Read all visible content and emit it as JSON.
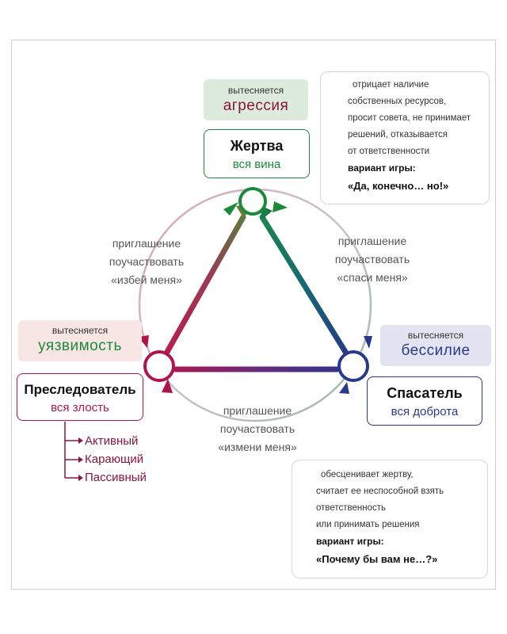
{
  "victim": {
    "suppressed_label": "вытесняется",
    "suppressed_value": "агрессия",
    "name": "Жертва",
    "sub": "вся вина",
    "note": {
      "lines": [
        "отрицает наличие",
        "собственных ресурсов,",
        "просит совета, не принимает",
        "решений, отказывается",
        "от ответственности"
      ],
      "game_label": "вариант игры:",
      "game_quote": "«Да, конечно… но!»"
    }
  },
  "persecutor": {
    "suppressed_label": "вытесняется",
    "suppressed_value": "уязвимость",
    "name": "Преследователь",
    "sub": "вся злость",
    "types": [
      "Активный",
      "Карающий",
      "Пассивный"
    ]
  },
  "rescuer": {
    "suppressed_label": "вытесняется",
    "suppressed_value": "бессилие",
    "name": "Спасатель",
    "sub": "вся доброта",
    "note": {
      "lines": [
        "обесценивает жертву,",
        "считает ее неспособной взять",
        "ответственность",
        "или принимать решения"
      ],
      "game_label": "вариант игры:",
      "game_quote": "«Почему бы вам не…?»"
    }
  },
  "invitations": {
    "left": [
      "приглашение",
      "поучаствовать",
      "«избей меня»"
    ],
    "right": [
      "приглашение",
      "поучаствовать",
      "«спаси меня»"
    ],
    "bottom": [
      "приглашение",
      "поучаствовать",
      "«измени меня»"
    ]
  },
  "colors": {
    "victim": "#1a8a3a",
    "persecutor": "#b0154a",
    "rescuer": "#283a8a",
    "victim_tag_bg": "#dcebdc",
    "persecutor_tag_bg": "#f7e6e3",
    "rescuer_tag_bg": "#e3e4f1"
  }
}
